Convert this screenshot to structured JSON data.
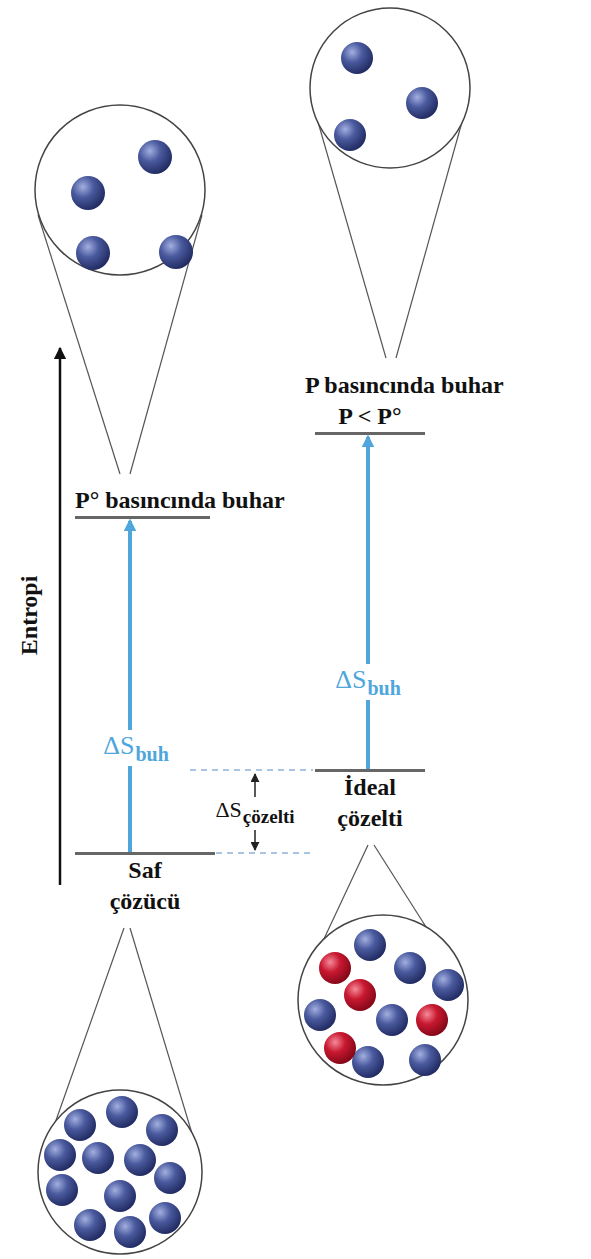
{
  "diagram": {
    "nodes": [
      {
        "text": [
          "Saf çözücü"
        ]
      },
      {
        "text": [
          "P° basıncında buhar"
        ]
      },
      {
        "text": [
          "İdeal çözelti"
        ]
      },
      {
        "text": [
          "P basıncında buhar",
          "P < P°"
        ]
      }
    ],
    "edges": [
      {
        "from": 0,
        "to": 1,
        "arrow": "to"
      },
      {
        "from": 2,
        "to": 3,
        "arrow": "to"
      }
    ],
    "labels": [
      "Entropi",
      "ΔS",
      "buh",
      "ΔS",
      "buh",
      "ΔS",
      "çözelti"
    ]
  }
}
